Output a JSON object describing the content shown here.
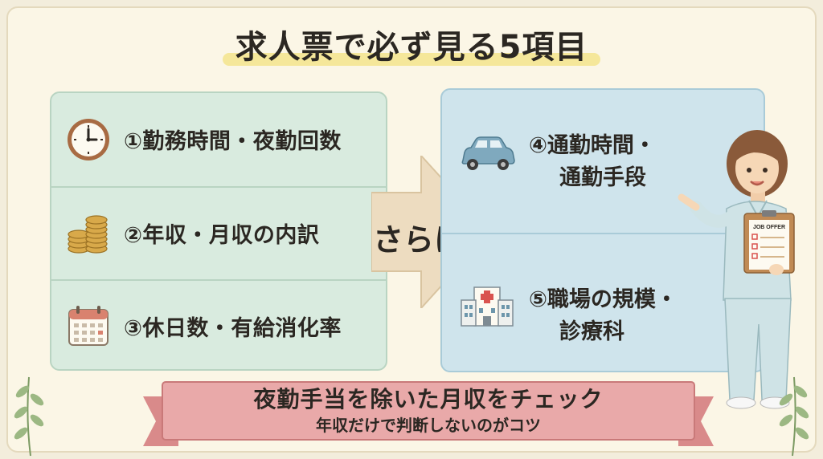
{
  "title": "求人票で必ず見る5項目",
  "left_items": [
    {
      "label": "①勤務時間・夜勤回数",
      "icon": "clock-icon"
    },
    {
      "label": "②年収・月収の内訳",
      "icon": "coins-icon"
    },
    {
      "label": "③休日数・有給消化率",
      "icon": "calendar-icon"
    }
  ],
  "arrow_label": "さらに",
  "right_items": [
    {
      "line1": "④通勤時間・",
      "line2": "通勤手段",
      "icon": "car-icon"
    },
    {
      "line1": "⑤職場の規模・",
      "line2": "診療科",
      "icon": "hospital-icon"
    }
  ],
  "nurse": {
    "clipboard_label": "JOB OFFER",
    "icon": "nurse-illustration"
  },
  "banner": {
    "main": "夜勤手当を除いた月収をチェック",
    "sub": "年収だけで判断しないのがコツ"
  },
  "colors": {
    "background": "#fbf6e6",
    "left_panel": "#d9ebdf",
    "right_panel": "#cfe4ec",
    "arrow": "#eddcc0",
    "banner": "#e9a9a9",
    "title_highlight": "#f5e79a"
  }
}
